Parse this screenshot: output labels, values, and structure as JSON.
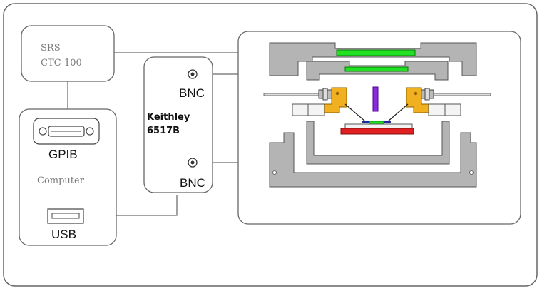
{
  "srs": {
    "line1": "SRS",
    "line2": "CTC-100"
  },
  "computer": {
    "gpib": "GPIB",
    "label": "Computer",
    "usb": "USB"
  },
  "keithley": {
    "line1": "Keithley",
    "line2": "6517B",
    "bnc_top": "BNC",
    "bnc_bottom": "BNC"
  },
  "colors": {
    "outline": "#555555",
    "chamber_gray": "#b4b4b4",
    "electrode_green": "#22e022",
    "clamp_orange": "#f0b020",
    "probe_purple": "#8a2be2",
    "stage_red": "#e02020",
    "wire": "#333333"
  }
}
